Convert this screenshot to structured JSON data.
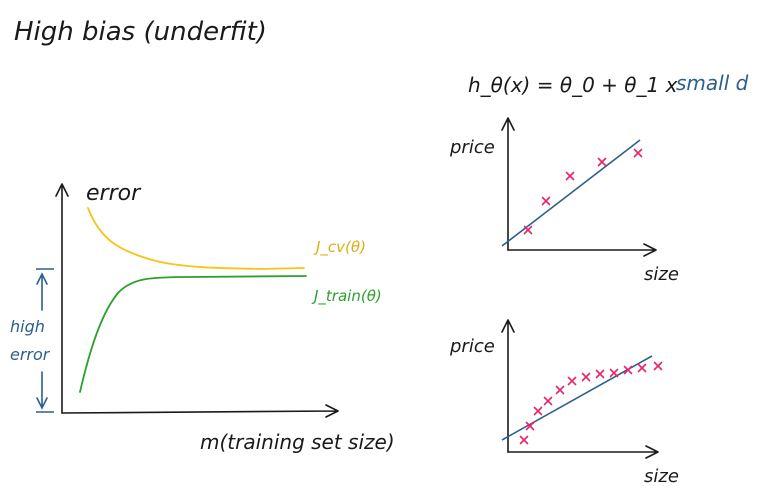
{
  "title": "High bias (underfit)",
  "learning_curve": {
    "ylabel": "error",
    "xlabel": "m(training set size)",
    "cv_label": "J_cv(θ)",
    "train_label": "J_train(θ)",
    "bracket_label_line1": "high",
    "bracket_label_line2": "error",
    "colors": {
      "cv": "#f5c518",
      "train": "#2ca02c",
      "axes": "#1a1a1a",
      "bracket": "#2b5f8f"
    }
  },
  "hypothesis": {
    "text": "h_θ(x) = θ_0 + θ_1 x",
    "note": "small d"
  },
  "plot_top": {
    "ylabel": "price",
    "xlabel": "size"
  },
  "plot_bottom": {
    "ylabel": "price",
    "xlabel": "size"
  },
  "colors": {
    "fit_line": "#2b5f8f",
    "points": "#e8246b"
  }
}
